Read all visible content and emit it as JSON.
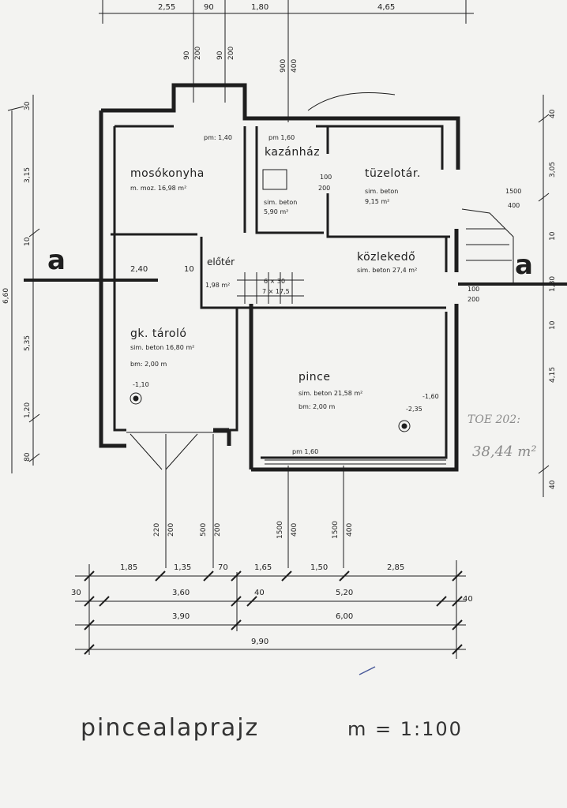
{
  "title": "pincealaprajz",
  "scale": "m = 1:100",
  "section_marks": [
    "a",
    "a"
  ],
  "top_dims": [
    "2,55",
    "90",
    "1,80",
    "4,65"
  ],
  "top_vertical_dims": [
    "90",
    "200",
    "90",
    "200",
    "900",
    "400"
  ],
  "rooms": {
    "mosokonyha": {
      "name": "mosókonyha",
      "info": "m. moz. 16,98 m²",
      "sill": "pm: 1,40"
    },
    "kazanhaz": {
      "name": "kazánház",
      "floor": "sim. beton",
      "area": "5,90 m²",
      "sill": "pm  1,60",
      "door_top": "100",
      "door_bottom": "200"
    },
    "tuzelotar": {
      "name": "tüzelotár.",
      "floor": "sim. beton",
      "area": "9,15 m²"
    },
    "kozlekedo": {
      "name": "közlekedő",
      "info": "sim. beton 27,4 m²"
    },
    "eloter": {
      "name": "előtér",
      "area": "1,98 m²",
      "stairs_1": "6 × 30",
      "stairs_2": "7 × 17,5"
    },
    "gk_tarolo": {
      "name": "gk. tároló",
      "info": "sim. beton 16,80 m²",
      "height": "bm: 2,00 m",
      "level": "-1,10"
    },
    "pince": {
      "name": "pince",
      "info": "sim. beton 21,58 m²",
      "height": "bm: 2,00 m",
      "level": "-1,60",
      "level2": "-2,35",
      "sill": "pm 1,60"
    }
  },
  "inner_dims": [
    "2,40",
    "10"
  ],
  "left_dims": [
    "30",
    "3,15",
    "10",
    "6,60",
    "5,35",
    "1,20",
    "80"
  ],
  "right_dims": [
    "40",
    "3,05",
    "10",
    "1,80",
    "10",
    "4,15",
    "40"
  ],
  "right_openings": [
    {
      "top": "1500",
      "bottom": "400"
    },
    {
      "top": "100",
      "bottom": "200"
    }
  ],
  "vertical_openings": [
    {
      "top": "220",
      "bottom": "200"
    },
    {
      "top": "500",
      "bottom": "200"
    },
    {
      "top": "1500",
      "bottom": "400"
    },
    {
      "top": "1500",
      "bottom": "400"
    }
  ],
  "bottom_dims": {
    "row1": [
      "1,85",
      "1,35",
      "70",
      "1,65",
      "1,50",
      "2,85"
    ],
    "row2": [
      "30",
      "3,60",
      "40",
      "5,20",
      "40"
    ],
    "row3": [
      "3,90",
      "6,00"
    ],
    "row4": [
      "9,90"
    ]
  },
  "handwritten": {
    "note": "TOE 202:",
    "value": "38,44 m²"
  }
}
